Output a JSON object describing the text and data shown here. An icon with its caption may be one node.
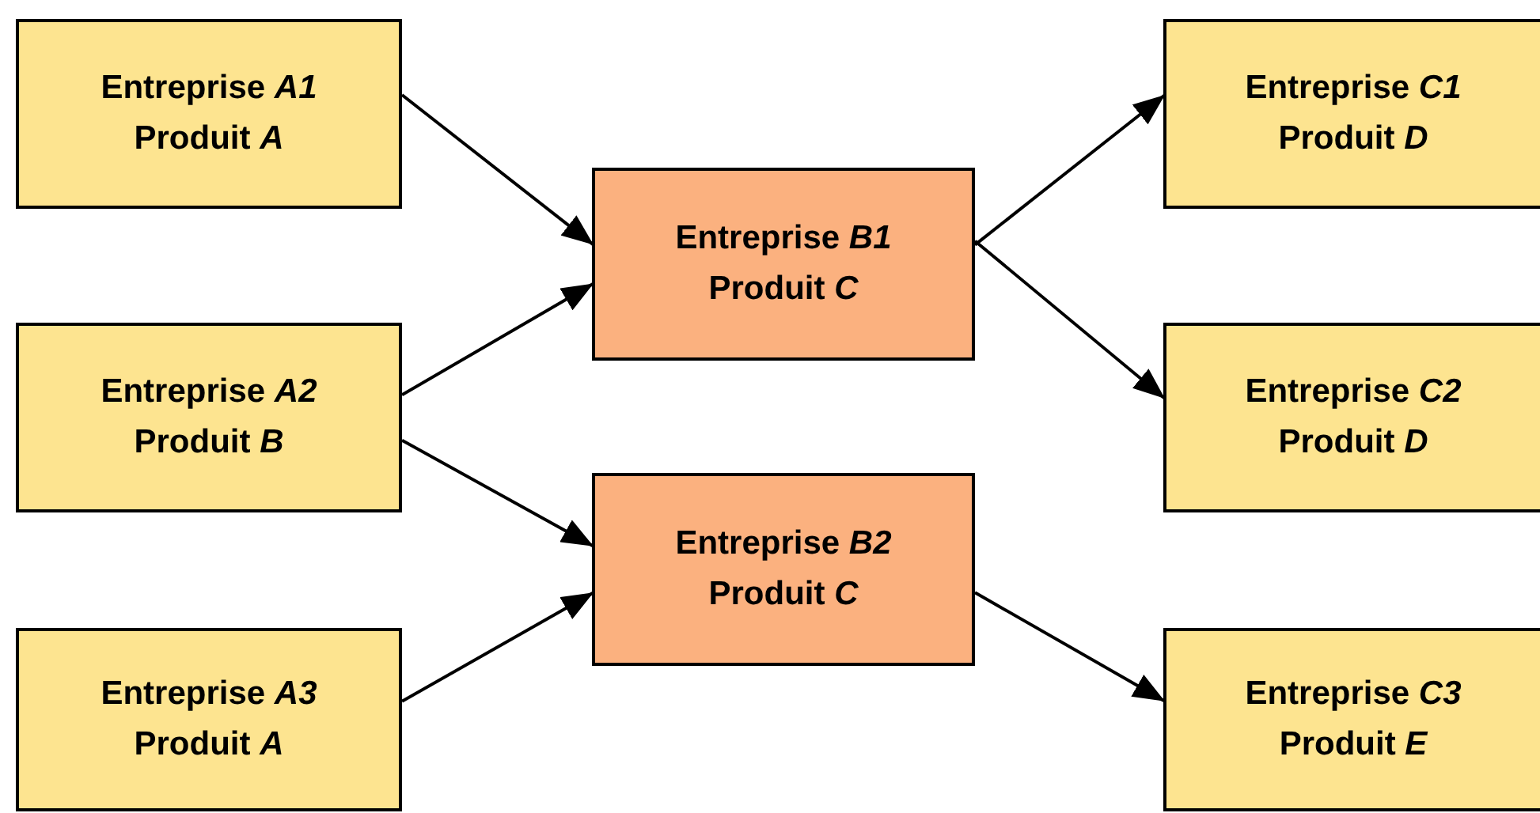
{
  "diagram": {
    "nodes": [
      {
        "text": [
          "Entreprise *A1*",
          "Produit *A*"
        ]
      },
      {
        "text": [
          "Entreprise *A2*",
          "Produit *B*"
        ]
      },
      {
        "text": [
          "Entreprise *A3*",
          "Produit *A*"
        ]
      },
      {
        "text": [
          "Entreprise *B1*",
          "Produit *C*"
        ]
      },
      {
        "text": [
          "Entreprise *B2*",
          "Produit *C*"
        ]
      },
      {
        "text": [
          "Entreprise *C1*",
          "Produit *D*"
        ]
      },
      {
        "text": [
          "Entreprise *C2*",
          "Produit *D*"
        ]
      },
      {
        "text": [
          "Entreprise *C3*",
          "Produit *E*"
        ]
      }
    ],
    "edges": [
      {
        "from": 0,
        "to": 3,
        "arrow": "to"
      },
      {
        "from": 1,
        "to": 3,
        "arrow": "to"
      },
      {
        "from": 1,
        "to": 4,
        "arrow": "to"
      },
      {
        "from": 2,
        "to": 4,
        "arrow": "to"
      },
      {
        "from": 3,
        "to": 5,
        "arrow": "to"
      },
      {
        "from": 3,
        "to": 6,
        "arrow": "to"
      },
      {
        "from": 4,
        "to": 7,
        "arrow": "to"
      }
    ]
  }
}
